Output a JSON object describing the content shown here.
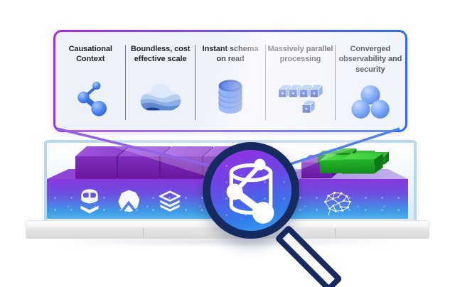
{
  "panel": {
    "features": [
      {
        "label": "Causational Context",
        "icon": "molecule-icon"
      },
      {
        "label": "Boundless, cost effective scale",
        "icon": "cloud-landscape-icon"
      },
      {
        "label": "Instant schema on read",
        "icon": "database-cylinder-icon"
      },
      {
        "label": "Massively parallel processing",
        "icon": "parallel-cubes-icon"
      },
      {
        "label": "Converged observability and security",
        "icon": "sphere-cluster-icon"
      }
    ],
    "border_gradient": [
      "#9c30e0",
      "#2d6ce8"
    ],
    "background": "#edf1fa",
    "label_color": "#20242e"
  },
  "platform": {
    "front_icons": [
      "agent-mask-icon",
      "arrow-polygon-icon",
      "layers-stack-icon",
      "brain-network-icon"
    ],
    "front_gradient": [
      "#8738dc",
      "#3d9ae6"
    ],
    "block_colors": {
      "purple": "#7b2cb8",
      "green": "#1aa622"
    },
    "backdrop_border": "#b7d6ef"
  },
  "connectors": {
    "left_color": "#8e63e6",
    "right_color": "#4f82e8"
  },
  "magnifier": {
    "icon": "graph-database-icon",
    "ring_color": "#152a5e",
    "lens_gradient": [
      "#9a2fe2",
      "#2f7eea"
    ]
  }
}
